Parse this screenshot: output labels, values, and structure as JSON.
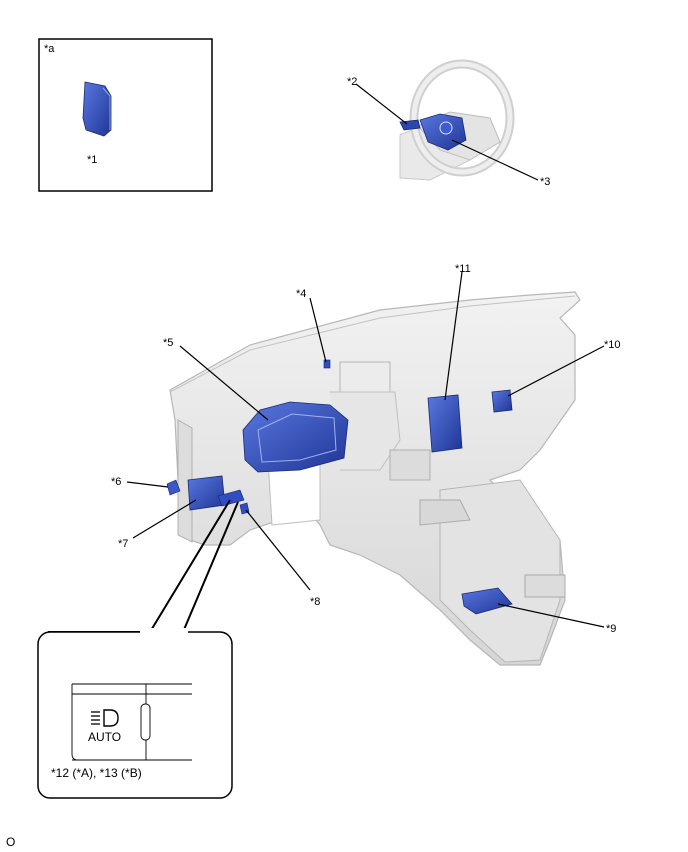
{
  "inset_label": "*a",
  "callouts": [
    "*1",
    "*2",
    "*3",
    "*4",
    "*5",
    "*6",
    "*7",
    "*8",
    "*9",
    "*10",
    "*11"
  ],
  "switch_caption": "*12 (*A), *13 (*B)",
  "switch_text": "AUTO",
  "footer_code": "O",
  "colors": {
    "part_blue": "#2f4fb8",
    "outline": "#000000",
    "dash_gray": "#e3e3e3"
  }
}
